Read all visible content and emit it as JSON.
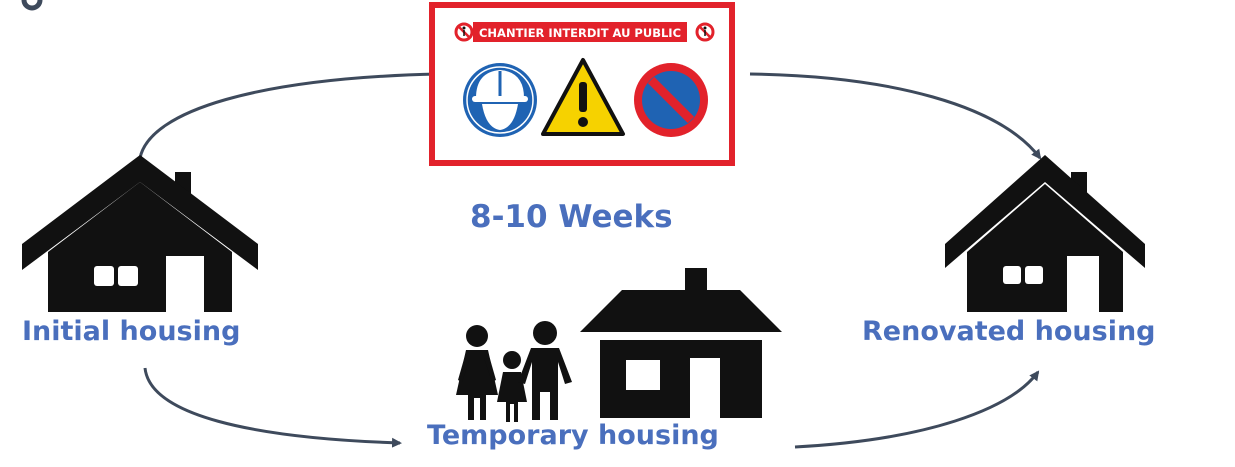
{
  "labels": {
    "initial": "Initial housing",
    "renovated": "Renovated housing",
    "temporary": "Temporary housing",
    "duration": "8-10 Weeks"
  },
  "sign": {
    "banner_text": "CHANTIER INTERDIT AU PUBLIC"
  },
  "colors": {
    "label": "#4a6fbd",
    "arrow": "#3e4a5c",
    "sign_border": "#e2222b",
    "helmet_blue": "#1f63b3",
    "warning_yellow": "#f6d200"
  },
  "icons": [
    "house-icon",
    "house-icon",
    "family-icon",
    "temporary-house-icon",
    "helmet-sign-icon",
    "warning-sign-icon",
    "no-parking-sign-icon",
    "no-pedestrian-icon"
  ]
}
